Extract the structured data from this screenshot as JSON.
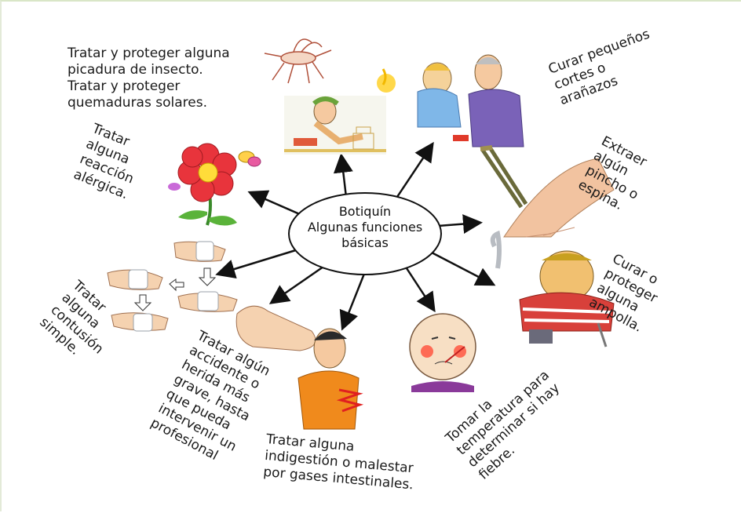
{
  "center": {
    "title": "Botiquín",
    "line2": "Algunas funciones",
    "line3": "básicas"
  },
  "labels": {
    "insect": "Tratar y proteger alguna\npicadura de insecto.\nTratar y proteger\nquemaduras solares.",
    "cuts": "Curar pequeños\ncortes o\narañazos",
    "splinter": "Extraer\nalgún\npincho o\nespina.",
    "allergy": "Tratar\nalguna\nreacción\nalérgica.",
    "blister": "Curar o\nproteger\nalguna\nampolla.",
    "contusion": "Tratar\nalguna\ncontusión\nsimple.",
    "accident": "Tratar algún\naccidente o\nherida más\ngrave, hasta\nque pueda\nintervenir un\nprofesional",
    "indigestion": "Tratar alguna\nindigestión o malestar\npor gases intestinales.",
    "temperature": "Tomar la\ntemperatura para\ndeterminar si hay\nfiebre."
  },
  "colors": {
    "arrow": "#111111",
    "flower": "#e8343c",
    "skin": "#f5c9a0",
    "shirt_orange": "#f08a1c",
    "shirt_purple": "#6f5bb0",
    "blush": "#ff4d3a"
  },
  "icons": [
    "mosquito-icon",
    "sunbather-icon",
    "sun-icon",
    "child-care-icon",
    "tweezers-hand-icon",
    "flower-icon",
    "butterfly-icon",
    "bandaged-feet-icon",
    "injured-man-icon",
    "sick-boy-icon",
    "sick-man-icon",
    "foot-icon"
  ]
}
